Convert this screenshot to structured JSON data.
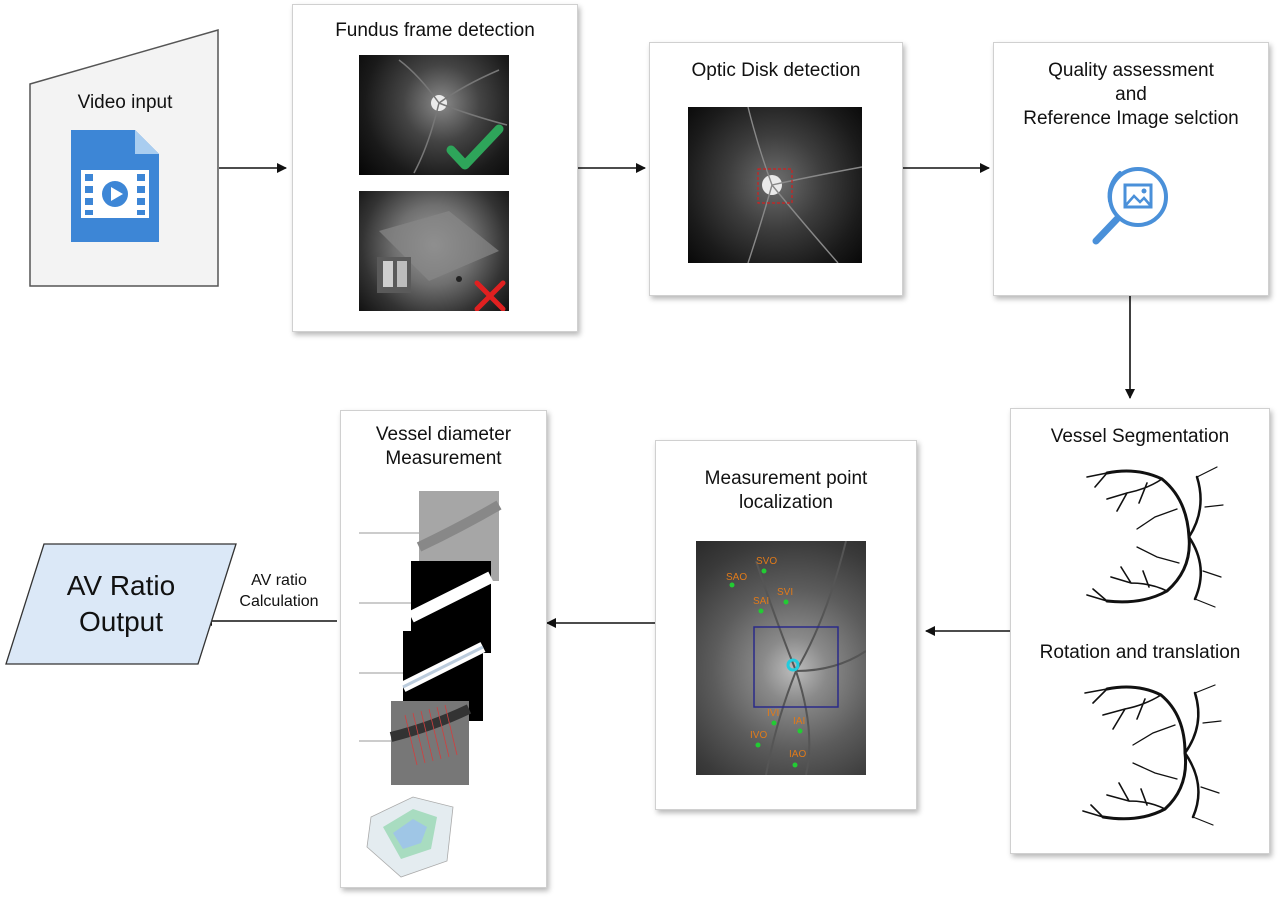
{
  "input": {
    "label": "Video input",
    "icon": "video-file-icon"
  },
  "stages": {
    "fundus": {
      "title": "Fundus frame detection",
      "accept_icon": "checkmark-icon",
      "reject_icon": "cross-icon"
    },
    "optic_disk": {
      "title": "Optic Disk detection"
    },
    "quality": {
      "title": "Quality assessment\nand\nReference Image selction",
      "icon": "image-search-icon"
    },
    "segmentation": {
      "title": "Vessel Segmentation",
      "subtitle": "Rotation and translation"
    },
    "measurement_point": {
      "title": "Measurement point\nlocalization",
      "points": [
        "SVO",
        "SAO",
        "SVI",
        "SAI",
        "IVI",
        "IAI",
        "IVO",
        "IAO"
      ]
    },
    "vessel_diameter": {
      "title": "Vessel diameter\nMeasurement"
    }
  },
  "arrow_label": "AV ratio\nCalculation",
  "output": {
    "label": "AV Ratio\nOutput"
  },
  "colors": {
    "accent_blue": "#4a90d9",
    "check_green": "#2ea55a",
    "cross_red": "#e02020",
    "point_green": "#22cc33",
    "point_label": "#e07a1a",
    "output_fill": "#dbe8f7"
  }
}
